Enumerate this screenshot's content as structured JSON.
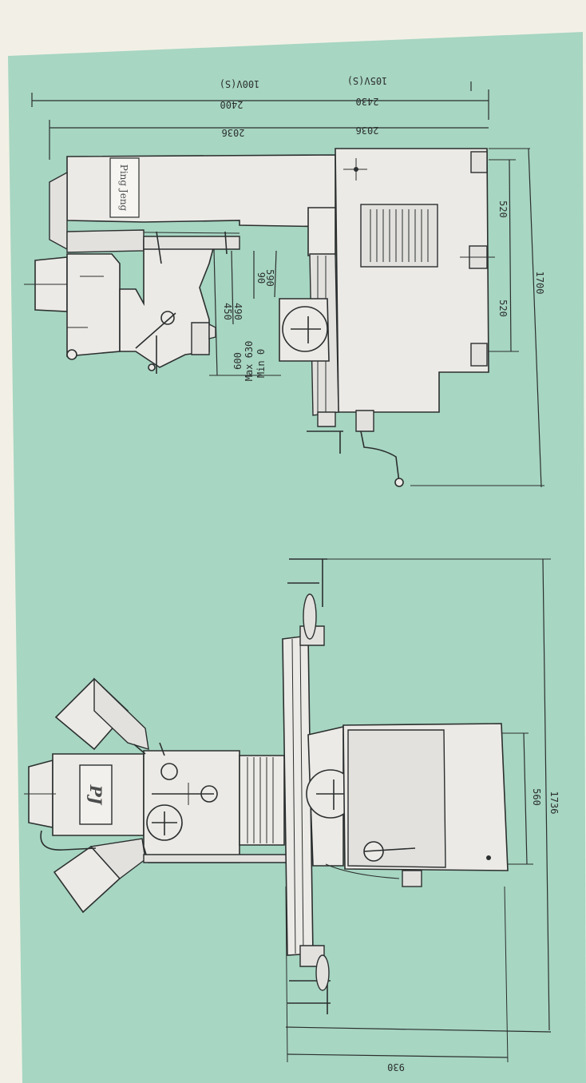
{
  "colors": {
    "paper": "#f2f0e6",
    "panel": "#a7d6c2",
    "ink": "#2b2f2f",
    "machine_fill": "#eceae6"
  },
  "side_view": {
    "brand_label": "Ping Jeng",
    "dimensions": {
      "d_100v": "100V(S)",
      "d_2400": "2400",
      "d_105v": "105V(S)",
      "d_2430": "2430",
      "d_2036_top": "2036",
      "d_2036_bottom": "2036",
      "d_520_a": "520",
      "d_520_b": "520",
      "d_1700": "1700",
      "d_90": "90",
      "d_590": "590",
      "d_450": "450",
      "d_490": "490",
      "d_min0": "Min 0",
      "d_max630": "Max 630",
      "d_600": "600"
    }
  },
  "front_view": {
    "logo": "PJ",
    "dimensions": {
      "d_560": "560",
      "d_1736": "1736",
      "d_930": "930"
    }
  }
}
